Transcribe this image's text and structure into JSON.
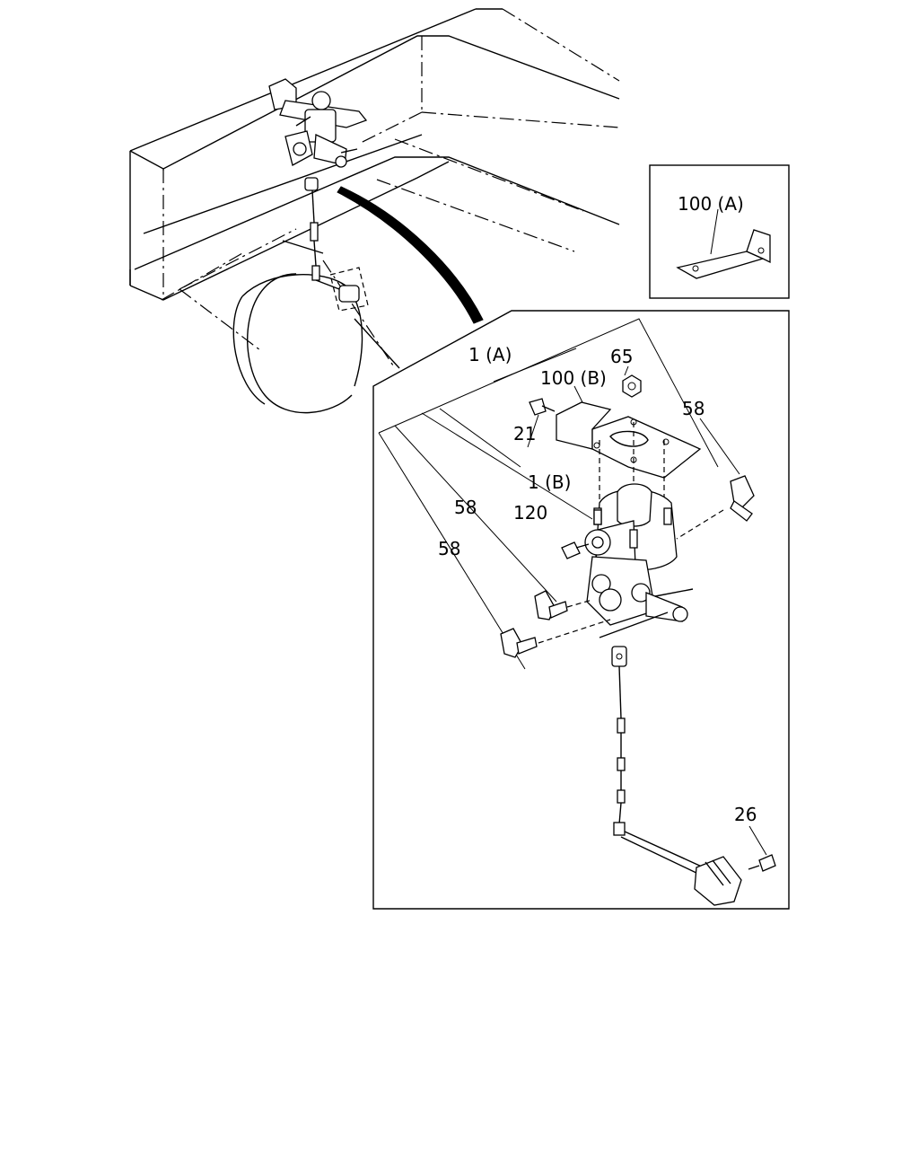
{
  "labels": {
    "l100a": "100 (A)",
    "l1a": "1 (A)",
    "l65": "65",
    "l100b": "100 (B)",
    "l58_right": "58",
    "l21": "21",
    "l1b": "1 (B)",
    "l58_mid": "58",
    "l120": "120",
    "l58_left": "58",
    "l26": "26"
  }
}
